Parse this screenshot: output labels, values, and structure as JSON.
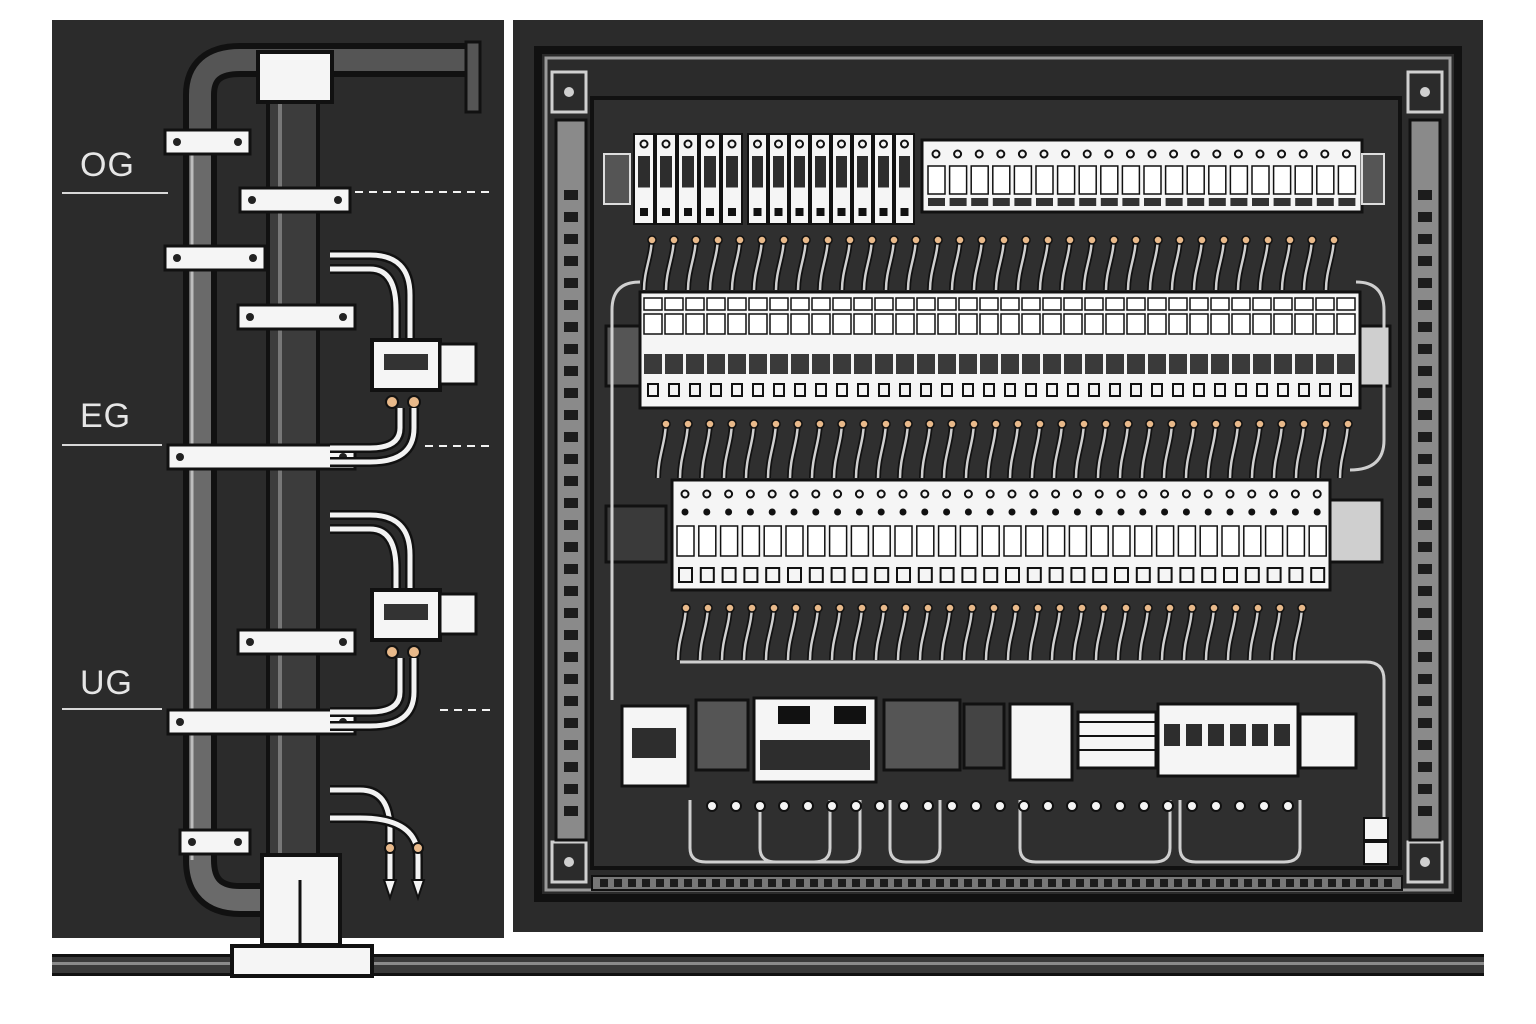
{
  "floors": [
    {
      "label": "OG"
    },
    {
      "label": "EG"
    },
    {
      "label": "UG"
    }
  ],
  "colors": {
    "background": "#2b2b2b",
    "line": "#f2f2f2",
    "wire_tip": "#e8b98a",
    "rail": "#8a8a8a"
  }
}
